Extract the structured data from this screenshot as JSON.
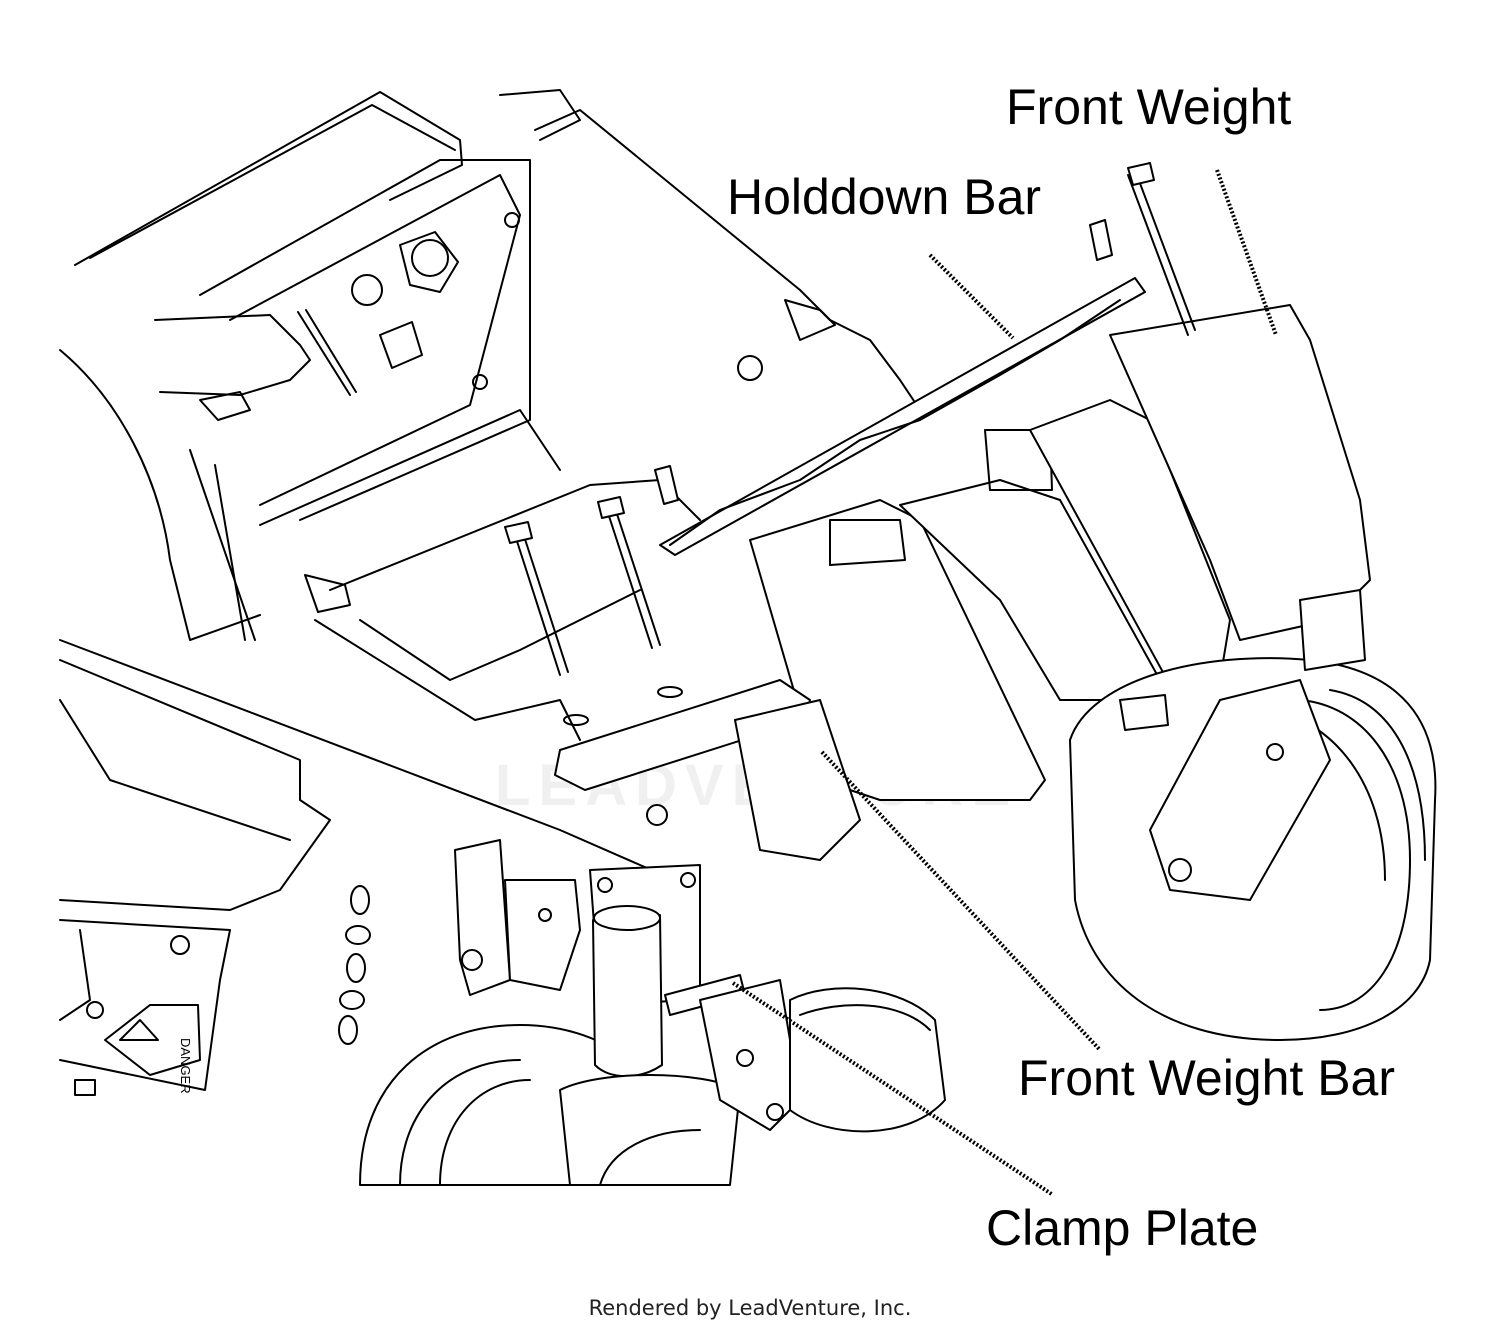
{
  "labels": {
    "front_weight": "Front Weight",
    "holddown_bar": "Holddown Bar",
    "front_weight_bar": "Front Weight Bar",
    "clamp_plate": "Clamp Plate"
  },
  "decal_text": "DANGER",
  "watermark_text": "LEADVENTURE",
  "footer": "Rendered by LeadVenture, Inc."
}
